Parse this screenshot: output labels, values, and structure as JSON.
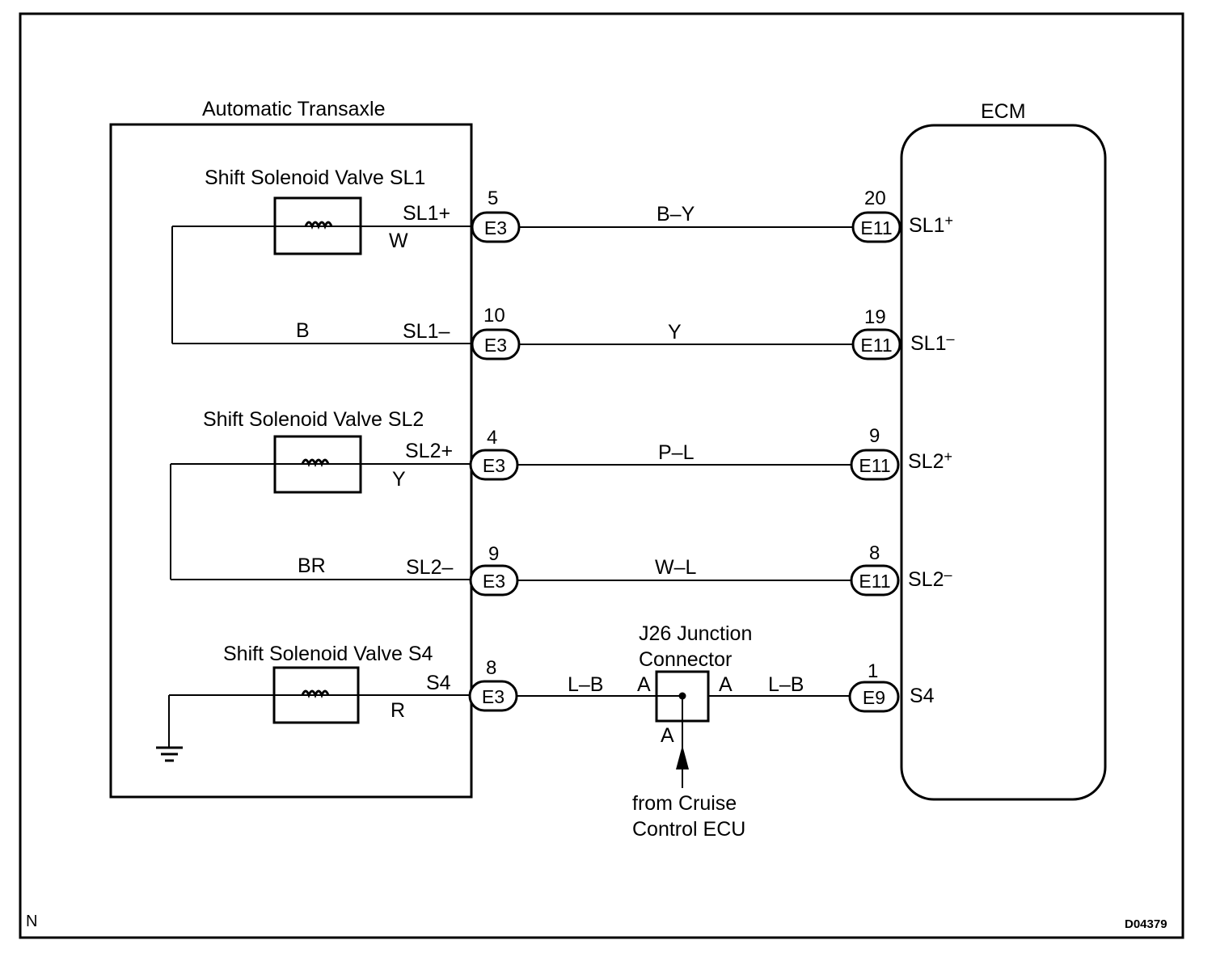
{
  "frame": {
    "corner_mark": "N",
    "drawing_id": "D04379"
  },
  "transaxle": {
    "title": "Automatic Transaxle",
    "solenoids": [
      {
        "name": "Shift Solenoid Valve SL1"
      },
      {
        "name": "Shift Solenoid Valve SL2"
      },
      {
        "name": "Shift Solenoid Valve S4"
      }
    ],
    "terminals": [
      {
        "label": "SL1+",
        "wire": "W"
      },
      {
        "label": "SL1–",
        "wire": "B"
      },
      {
        "label": "SL2+",
        "wire": "Y"
      },
      {
        "label": "SL2–",
        "wire": "BR"
      },
      {
        "label": "S4",
        "wire": "R"
      }
    ]
  },
  "harness": [
    {
      "pin": "5",
      "connector": "E3",
      "wire": "B–Y"
    },
    {
      "pin": "10",
      "connector": "E3",
      "wire": "Y"
    },
    {
      "pin": "4",
      "connector": "E3",
      "wire": "P–L"
    },
    {
      "pin": "9",
      "connector": "E3",
      "wire": "W–L"
    },
    {
      "pin": "8",
      "connector": "E3",
      "wire": "L–B"
    }
  ],
  "junction": {
    "title_line1": "J26 Junction",
    "title_line2": "Connector",
    "pin_left": "A",
    "pin_right": "A",
    "pin_bottom": "A",
    "wire_out": "L–B",
    "source_line1": "from Cruise",
    "source_line2": "Control ECU"
  },
  "ecm": {
    "title": "ECM",
    "terminals": [
      {
        "pin": "20",
        "connector": "E11",
        "label": "SL1",
        "sign": "+"
      },
      {
        "pin": "19",
        "connector": "E11",
        "label": "SL1",
        "sign": "–"
      },
      {
        "pin": "9",
        "connector": "E11",
        "label": "SL2",
        "sign": "+"
      },
      {
        "pin": "8",
        "connector": "E11",
        "label": "SL2",
        "sign": "–"
      },
      {
        "pin": "1",
        "connector": "E9",
        "label": "S4",
        "sign": ""
      }
    ]
  }
}
